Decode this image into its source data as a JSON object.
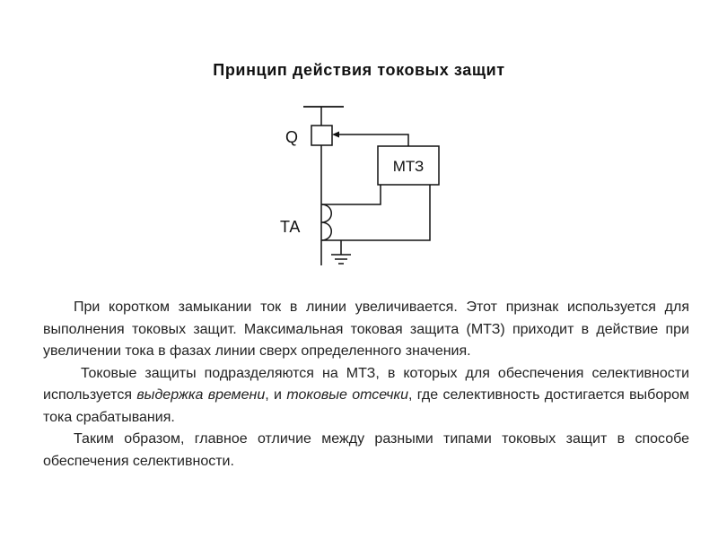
{
  "title": "Принцип действия токовых защит",
  "diagram": {
    "breaker_label": "Q",
    "relay_label": "МТЗ",
    "ct_label": "ТА"
  },
  "paragraphs": {
    "p1": "При коротком замыкании ток в линии увеличивается. Этот признак используется для выполнения токовых защит. Максимальная токовая защита (МТЗ) приходит в действие при увеличении тока в фазах линии сверх определенного значения.",
    "p2": {
      "part1": "Токовые защиты подразделяются на МТЗ, в которых для обеспечения селективности используется ",
      "emph1": "выдержка времени",
      "part2": ", и ",
      "emph2": "токовые отсечки",
      "part3": ", где селективность достигается выбором тока срабатывания."
    },
    "p3": "Таким образом, главное отличие между разными типами токовых защит в способе обеспечения селективности."
  }
}
